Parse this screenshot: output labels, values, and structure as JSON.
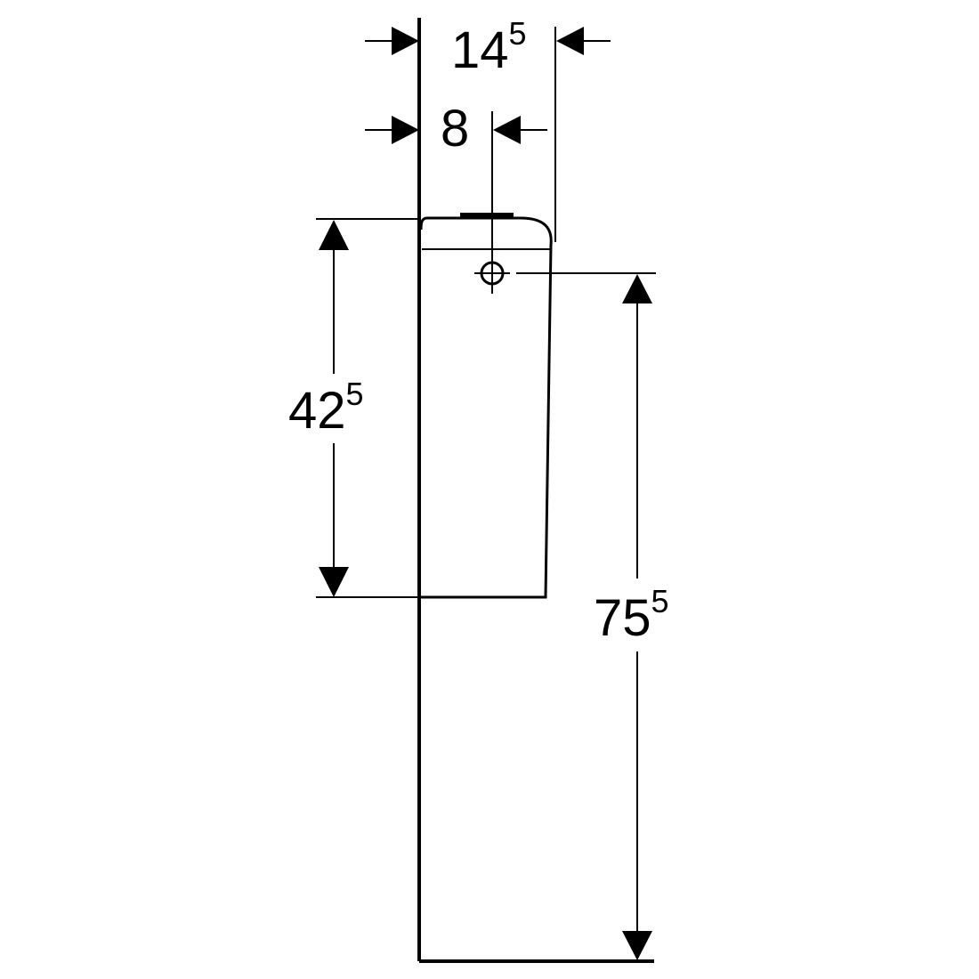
{
  "dimensions": {
    "depth_total": {
      "main": "14",
      "sup": "5"
    },
    "outlet_offset": {
      "main": "8",
      "sup": ""
    },
    "cistern_height": {
      "main": "42",
      "sup": "5"
    },
    "outlet_height": {
      "main": "75",
      "sup": "5"
    }
  },
  "colors": {
    "line": "#000000",
    "background": "#ffffff"
  }
}
